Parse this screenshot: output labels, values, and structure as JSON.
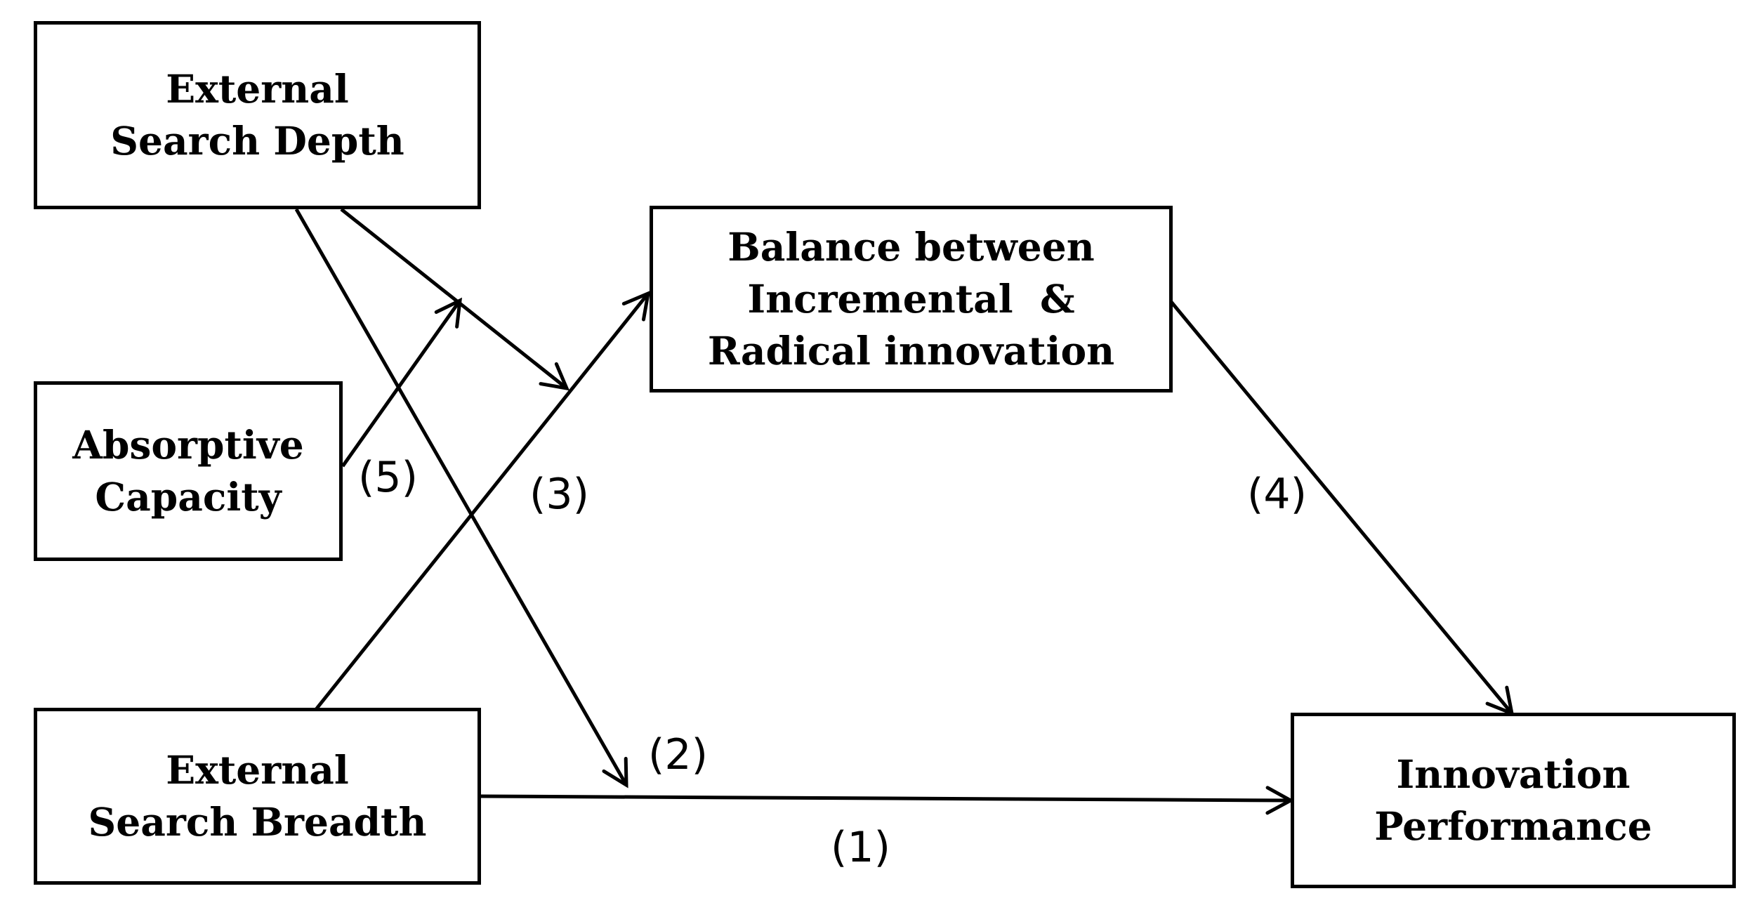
{
  "nodes": {
    "search_depth": {
      "lines": [
        "External",
        "Search Depth"
      ]
    },
    "absorptive_capacity": {
      "lines": [
        "Absorptive",
        "Capacity"
      ]
    },
    "search_breadth": {
      "lines": [
        "External",
        "Search Breadth"
      ]
    },
    "balance": {
      "lines": [
        "Balance between",
        "Incremental  &",
        "Radical innovation"
      ]
    },
    "innovation_performance": {
      "lines": [
        "Innovation",
        "Performance"
      ]
    }
  },
  "path_labels": {
    "p1": "(1)",
    "p2": "(2)",
    "p3": "(3)",
    "p4": "(4)",
    "p5": "(5)"
  },
  "colors": {
    "stroke": "#000000",
    "background": "#ffffff"
  }
}
